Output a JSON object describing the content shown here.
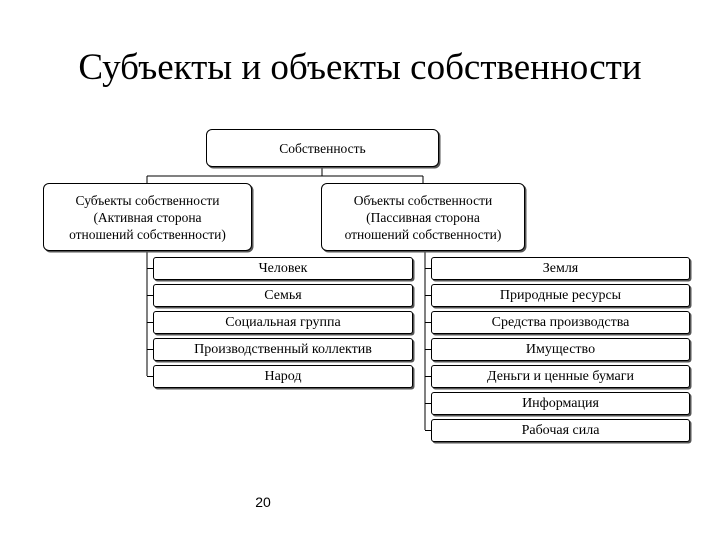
{
  "title": "Субъекты и объекты собственности",
  "root": {
    "label": "Собственность"
  },
  "subjects": {
    "lines": [
      "Субъекты собственности",
      "(Активная сторона",
      "отношений собственности)"
    ],
    "items": [
      "Человек",
      "Семья",
      "Социальная группа",
      "Производственный коллектив",
      "Народ"
    ]
  },
  "objects": {
    "lines": [
      "Объекты собственности",
      "(Пассивная сторона",
      "отношений собственности)"
    ],
    "items": [
      "Земля",
      "Природные ресурсы",
      "Средства производства",
      "Имущество",
      "Деньги и ценные бумаги",
      "Информация",
      "Рабочая сила"
    ]
  },
  "page_number": "20",
  "colors": {
    "line": "#000000",
    "box_border": "#000000",
    "shadow": "#555555"
  }
}
